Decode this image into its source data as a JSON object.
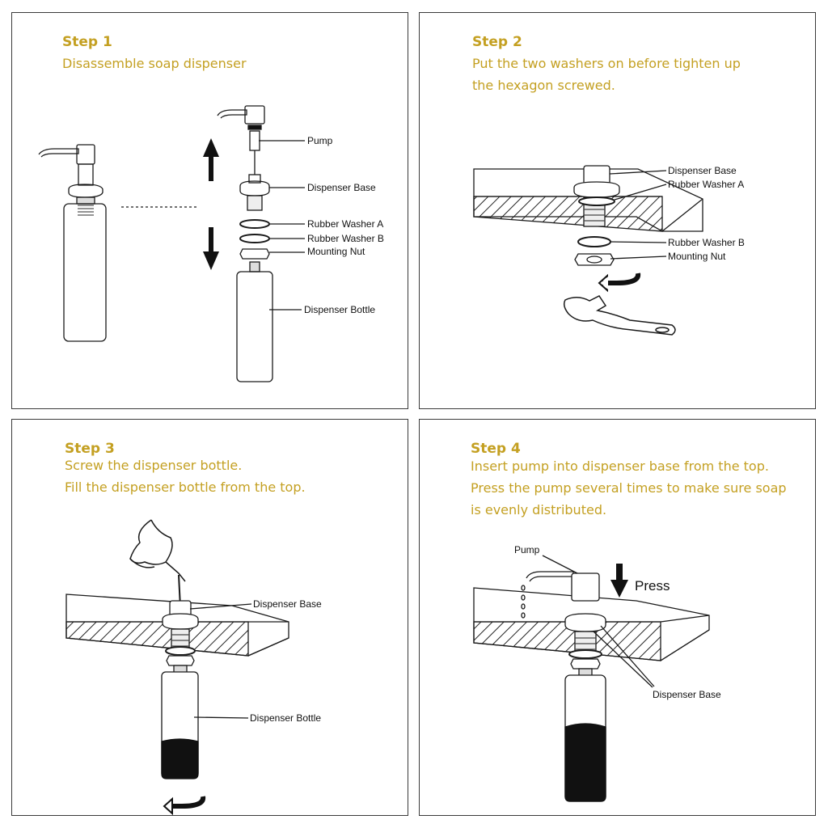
{
  "steps": [
    {
      "title": "Step 1",
      "lines": [
        "Disassemble soap dispenser"
      ],
      "labels": {
        "pump": "Pump",
        "base": "Dispenser Base",
        "washer_a": "Rubber Washer A",
        "washer_b": "Rubber Washer B",
        "nut": "Mounting Nut",
        "bottle": "Dispenser Bottle"
      }
    },
    {
      "title": "Step 2",
      "lines": [
        "Put the two washers on before tighten up",
        "the hexagon screwed."
      ],
      "labels": {
        "base": "Dispenser Base",
        "washer_a": "Rubber Washer A",
        "washer_b": "Rubber Washer B",
        "nut": "Mounting Nut"
      }
    },
    {
      "title": "Step 3",
      "lines": [
        "Screw the dispenser bottle.",
        "Fill the dispenser bottle from the top."
      ],
      "labels": {
        "base": "Dispenser Base",
        "bottle": "Dispenser Bottle"
      }
    },
    {
      "title": "Step 4",
      "lines": [
        "Insert pump into dispenser base from the top.",
        "Press the pump several times to make sure soap",
        "is evenly distributed."
      ],
      "labels": {
        "pump": "Pump",
        "press": "Press",
        "base": "Dispenser Base"
      }
    }
  ],
  "colors": {
    "heading": "#c4a022",
    "line_art": "#1a1a1a",
    "border": "#3a3a3a"
  }
}
